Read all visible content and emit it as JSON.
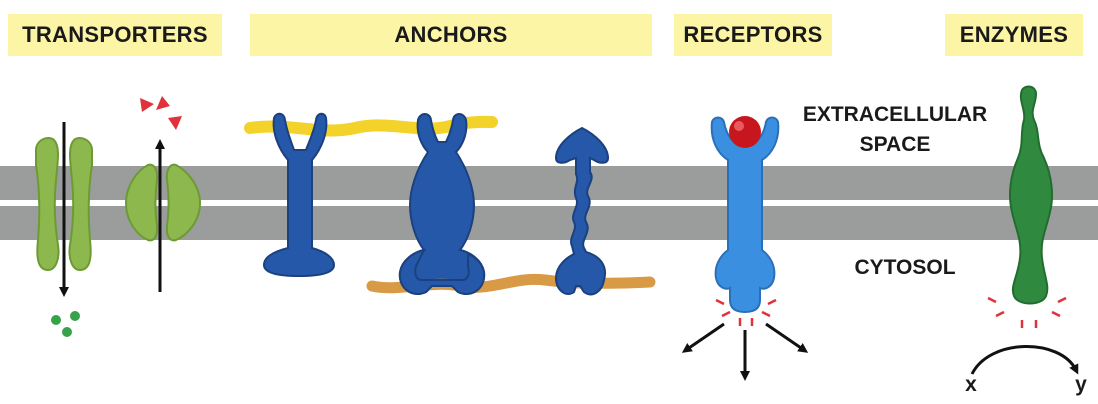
{
  "headers": {
    "transporters": "TRANSPORTERS",
    "anchors": "ANCHORS",
    "receptors": "RECEPTORS",
    "enzymes": "ENZYMES"
  },
  "regions": {
    "extracellular_line1": "EXTRACELLULAR",
    "extracellular_line2": "SPACE",
    "cytosol": "CYTOSOL"
  },
  "reaction": {
    "substrate": "x",
    "product": "y"
  },
  "colors": {
    "header_bg": "#fcf5a6",
    "membrane": "#9a9d9c",
    "transporter": "#8db84e",
    "anchor": "#2558a8",
    "receptor": "#3b8fe0",
    "ligand": "#c8161e",
    "enzyme": "#2f8a3f",
    "lipid_outer": "#f3d22a",
    "lipid_inner": "#d99a46",
    "signal": "#e0323a",
    "molecule_green": "#36a24a"
  }
}
